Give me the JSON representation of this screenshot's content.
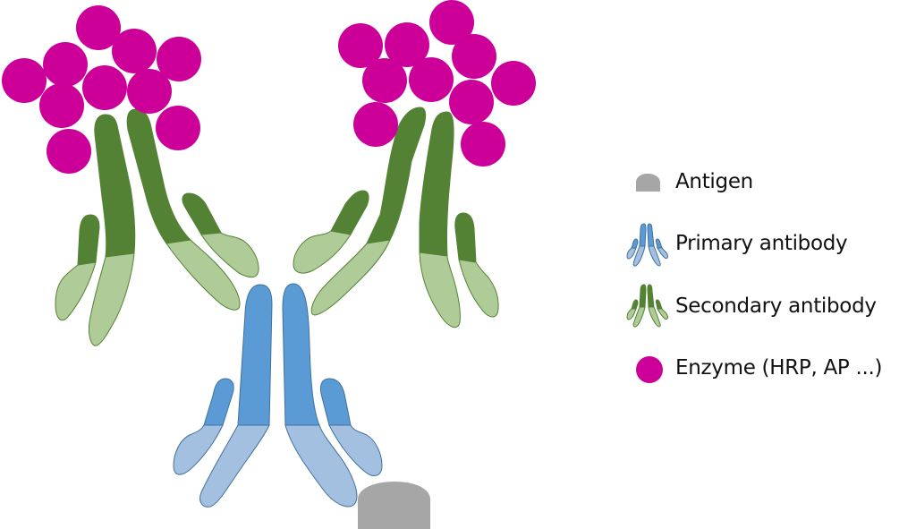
{
  "colors": {
    "enzyme": "#cc0099",
    "primary_dark": "#5b9bd5",
    "primary_light": "#a3c0e0",
    "primary_stroke": "#41719c",
    "secondary_dark": "#548235",
    "secondary_light": "#aecb98",
    "secondary_stroke": "#548235",
    "antigen": "#a6a6a6"
  },
  "legend": {
    "items": [
      {
        "icon": "antigen-icon",
        "label": "Antigen"
      },
      {
        "icon": "primary-antibody-icon",
        "label": "Primary antibody"
      },
      {
        "icon": "secondary-antibody-icon",
        "label": "Secondary antibody"
      },
      {
        "icon": "enzyme-icon",
        "label": "Enzyme (HRP, AP ...)"
      }
    ]
  }
}
